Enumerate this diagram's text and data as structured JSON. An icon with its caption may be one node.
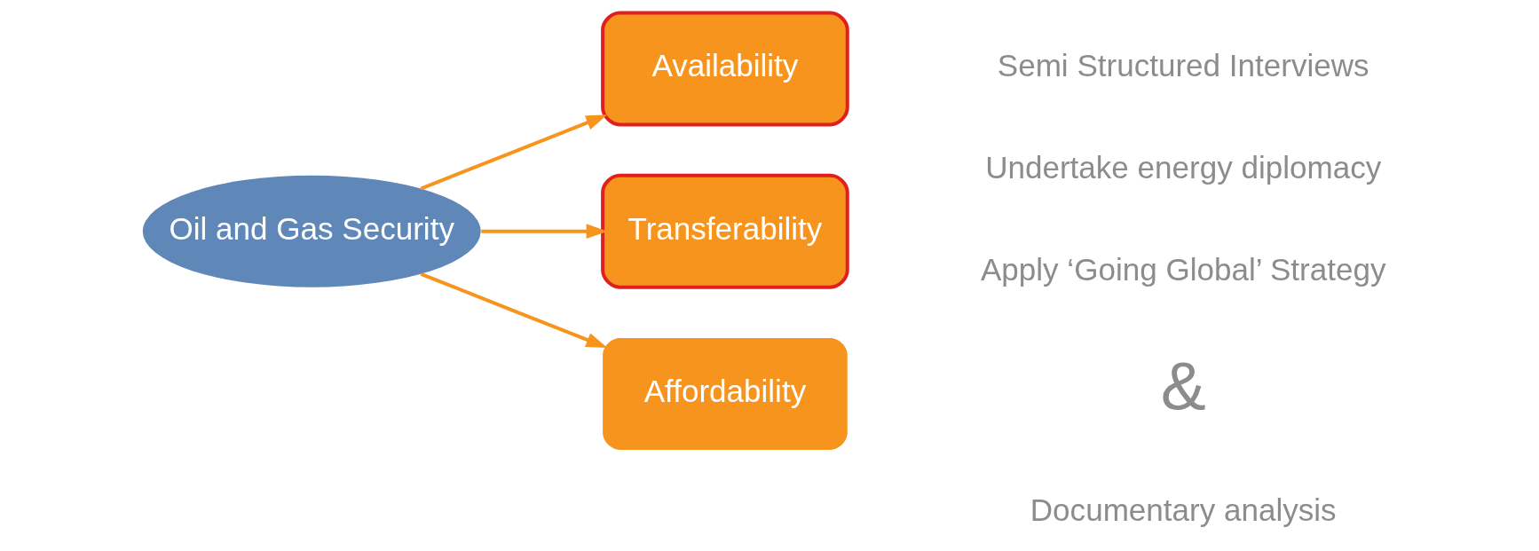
{
  "diagram": {
    "nodes": [
      {
        "text": [
          "Oil and Gas Security"
        ]
      },
      {
        "text": [
          "Availability"
        ]
      },
      {
        "text": [
          "Transferability"
        ]
      },
      {
        "text": [
          "Affordability"
        ]
      }
    ],
    "edges": [
      {
        "from": 0,
        "to": 1,
        "arrow": "to"
      },
      {
        "from": 0,
        "to": 2,
        "arrow": "to"
      },
      {
        "from": 0,
        "to": 3,
        "arrow": "to"
      }
    ],
    "labels": [
      "Semi Structured Interviews",
      "Undertake energy diplomacy",
      "Apply ‘Going Global’ Strategy",
      "&",
      "Documentary analysis"
    ]
  }
}
